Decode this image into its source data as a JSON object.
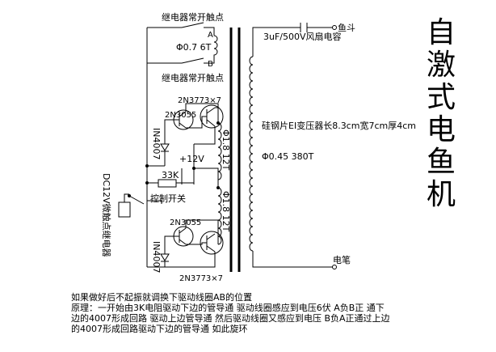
{
  "title_chars": [
    "自",
    "激",
    "式",
    "电",
    "鱼",
    "机"
  ],
  "labels": {
    "relay_contact_top": "继电器常开触点",
    "relay_contact_bottom": "继电器常开触点",
    "point_a": "A",
    "point_b": "B",
    "coil_ab": "Φ0.7 6T",
    "transistor_top_pnp": "2N3773×7",
    "transistor_top_npn": "2N3055",
    "diode_top": "IN4007",
    "plus_12v": "+12V",
    "resistor": "33K",
    "control_switch": "控制开关",
    "relay_power": "DC12V微触点继电器",
    "transistor_bottom_npn": "2N3055",
    "diode_bottom": "IN4007",
    "transistor_bottom_pnp": "2N3773×7",
    "coil_upper_primary": "Φ1.8 12T",
    "coil_lower_primary": "Φ1.8 12T",
    "capacitor": "3uF/500V风扇电容",
    "fish_bucket": "鱼斗",
    "core_spec": "硅钢片EI变压器长8.3cm宽7cm厚4cm",
    "secondary_coil": "Φ0.45 380T",
    "electric_pen": "电笔"
  },
  "description": {
    "line1": "如果做好后不起振就调换下驱动线圈AB的位置",
    "line2": "原理：一开始由3K电阻驱动下边的管导通 驱动线圈感应到电压6伏  A负B正  通下",
    "line3": "边的4007形成回路 驱动上边管导通 然后驱动线圈又感应到电压  B负A正通过上边",
    "line4": "的4007形成回路驱动下边的管导通  如此旋环"
  }
}
